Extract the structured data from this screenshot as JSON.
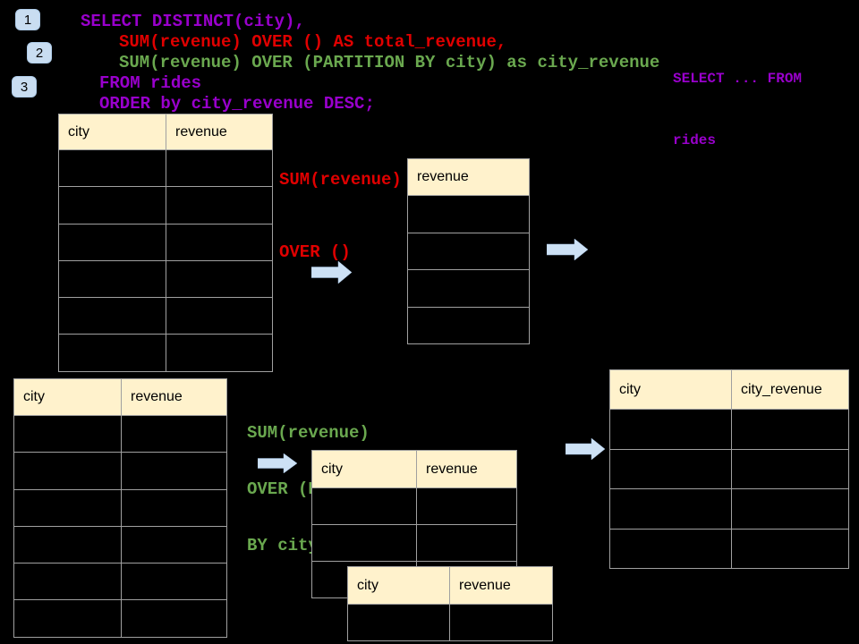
{
  "slide": {
    "background": "#000000",
    "colors": {
      "purple": "#9900CC",
      "red": "#E00000",
      "green": "#6AA84F",
      "table_border": "#A0A0A0",
      "table_header_fill": "#FFF2CC",
      "badge_fill": "#C9DDF1",
      "badge_border": "#AECBE8",
      "arrow_fill": "#CDE1F5",
      "arrow_edge": "#9DBBDC"
    },
    "badges": [
      {
        "label": "1"
      },
      {
        "label": "2"
      },
      {
        "label": "3"
      }
    ],
    "code": {
      "lines": [
        {
          "text": "SELECT DISTINCT(city),",
          "color_key": "purple"
        },
        {
          "text": "SUM(revenue) OVER () AS total_revenue,",
          "color_key": "red"
        },
        {
          "text": "SUM(revenue) OVER (PARTITION BY city) as city_revenue",
          "color_key": "green"
        },
        {
          "text": "FROM rides",
          "color_key": "purple"
        },
        {
          "text": "ORDER by city_revenue DESC;",
          "color_key": "purple"
        }
      ]
    },
    "side_note": {
      "line1": "SELECT ... FROM",
      "line2": "rides"
    },
    "labels": {
      "total": {
        "line1": "SUM(revenue)",
        "line2": "OVER ()"
      },
      "partition": {
        "line1": "SUM(revenue)",
        "line2": "OVER (PARTITION",
        "line3": "BY city)"
      }
    },
    "tables": {
      "source_top": {
        "headers": [
          "city",
          "revenue"
        ],
        "rows": 6
      },
      "total_result": {
        "headers": [
          "revenue"
        ],
        "rows": 4
      },
      "source_bottom": {
        "headers": [
          "city",
          "revenue"
        ],
        "rows": 6
      },
      "partition_mid": {
        "headers": [
          "city",
          "revenue"
        ],
        "rows": 3
      },
      "partition_overlay": {
        "headers": [
          "city",
          "revenue"
        ],
        "rows": 1
      },
      "city_revenue_result": {
        "headers": [
          "city",
          "city_revenue"
        ],
        "rows": 4
      }
    }
  }
}
